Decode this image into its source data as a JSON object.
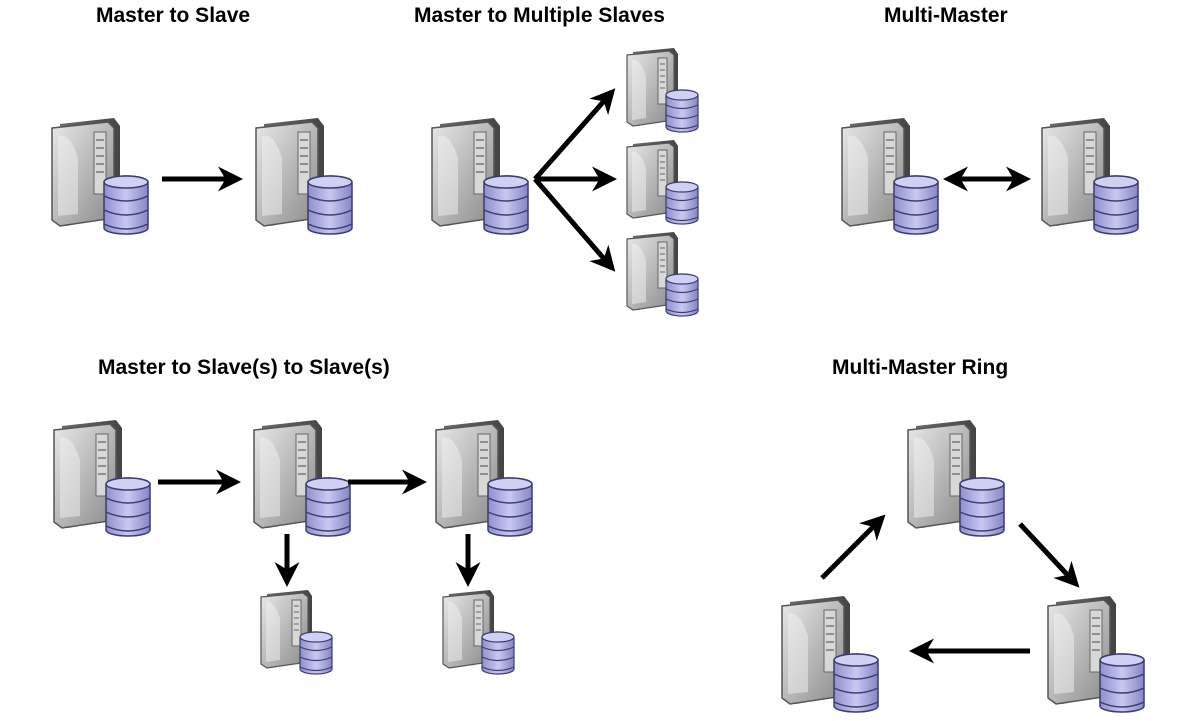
{
  "titles": {
    "master_to_slave": "Master to Slave",
    "master_to_multiple_slaves": "Master to Multiple Slaves",
    "multi_master": "Multi-Master",
    "master_to_slaves_to_slaves": "Master to Slave(s) to Slave(s)",
    "multi_master_ring": "Multi-Master Ring"
  },
  "colors": {
    "background": "#ffffff",
    "arrow": "#000000",
    "server_body": "#8e8e8e",
    "server_face": "#c9c9c9",
    "database_disk": "#a9a9dc",
    "database_outline": "#3c3c6e"
  },
  "icons": [
    "server-with-database-icon",
    "arrow-icon",
    "double-arrow-icon"
  ]
}
